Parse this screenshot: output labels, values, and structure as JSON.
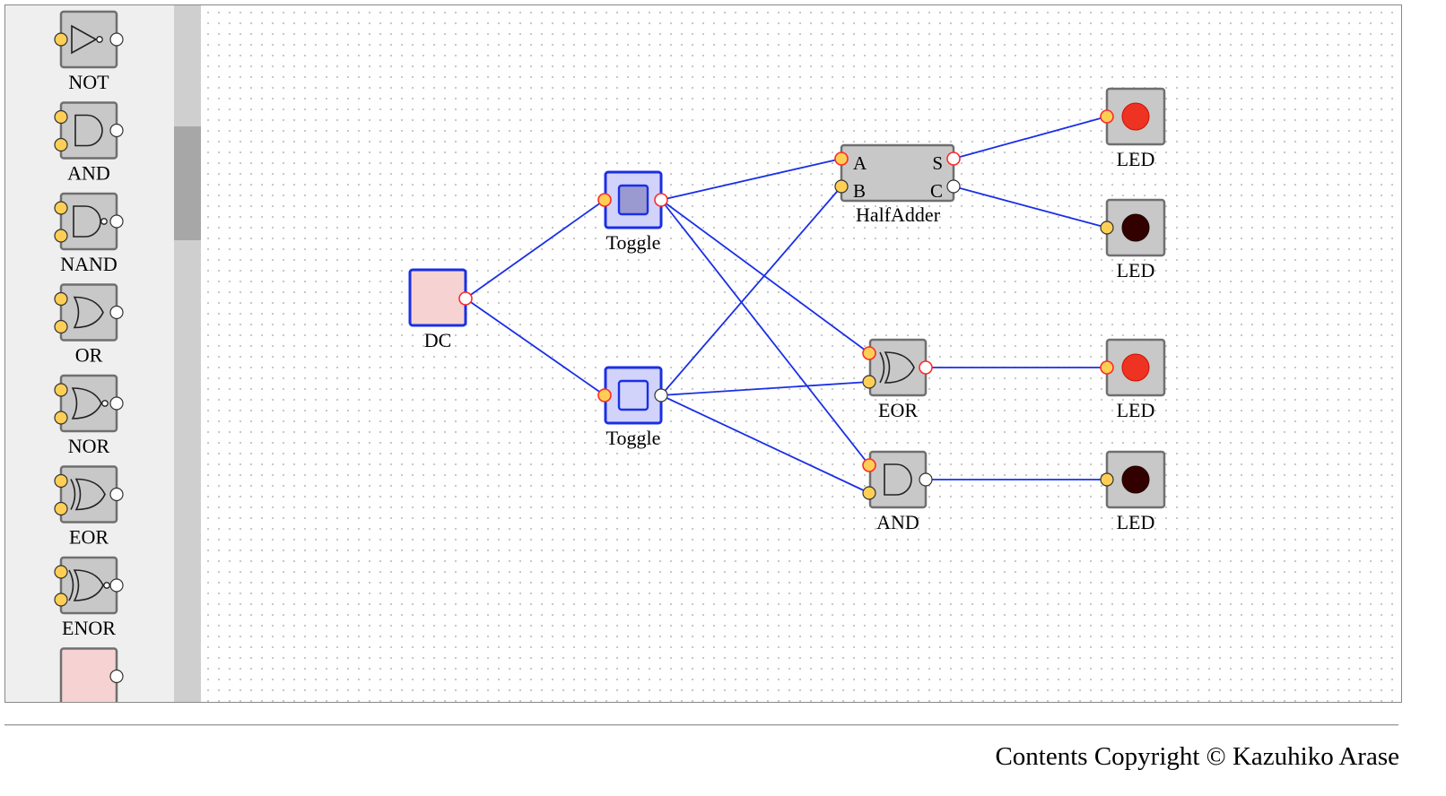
{
  "palette": {
    "items": [
      {
        "label": "NOT",
        "type": "not"
      },
      {
        "label": "AND",
        "type": "and"
      },
      {
        "label": "NAND",
        "type": "nand"
      },
      {
        "label": "OR",
        "type": "or"
      },
      {
        "label": "NOR",
        "type": "nor"
      },
      {
        "label": "EOR",
        "type": "eor"
      },
      {
        "label": "ENOR",
        "type": "enor"
      },
      {
        "label": "",
        "type": "dc"
      }
    ]
  },
  "circuit": {
    "dc": {
      "label": "DC",
      "output_on": true
    },
    "toggle_top": {
      "label": "Toggle",
      "on": true
    },
    "toggle_bottom": {
      "label": "Toggle",
      "on": false
    },
    "half_adder": {
      "label": "HalfAdder",
      "pin_a": "A",
      "pin_b": "B",
      "pin_s": "S",
      "pin_c": "C"
    },
    "eor_gate": {
      "label": "EOR",
      "output_on": true
    },
    "and_gate": {
      "label": "AND",
      "output_on": false
    },
    "led_1": {
      "label": "LED",
      "on": true
    },
    "led_2": {
      "label": "LED",
      "on": false
    },
    "led_3": {
      "label": "LED",
      "on": true
    },
    "led_4": {
      "label": "LED",
      "on": false
    }
  },
  "colors": {
    "wire": "#1a2fe6",
    "active_pin_ring": "#ff2a2a",
    "pin_fill": "#ffcf55",
    "led_on": "#ee3322",
    "led_off": "#330000",
    "device_body": "#c8c8c8",
    "device_border": "#6f6f6f",
    "dc_fill": "#f7d2d2",
    "toggle_fill": "#d2d3fa",
    "toggle_on_knob": "#9a9ad0"
  },
  "footer": {
    "copyright": "Contents Copyright © Kazuhiko Arase"
  }
}
